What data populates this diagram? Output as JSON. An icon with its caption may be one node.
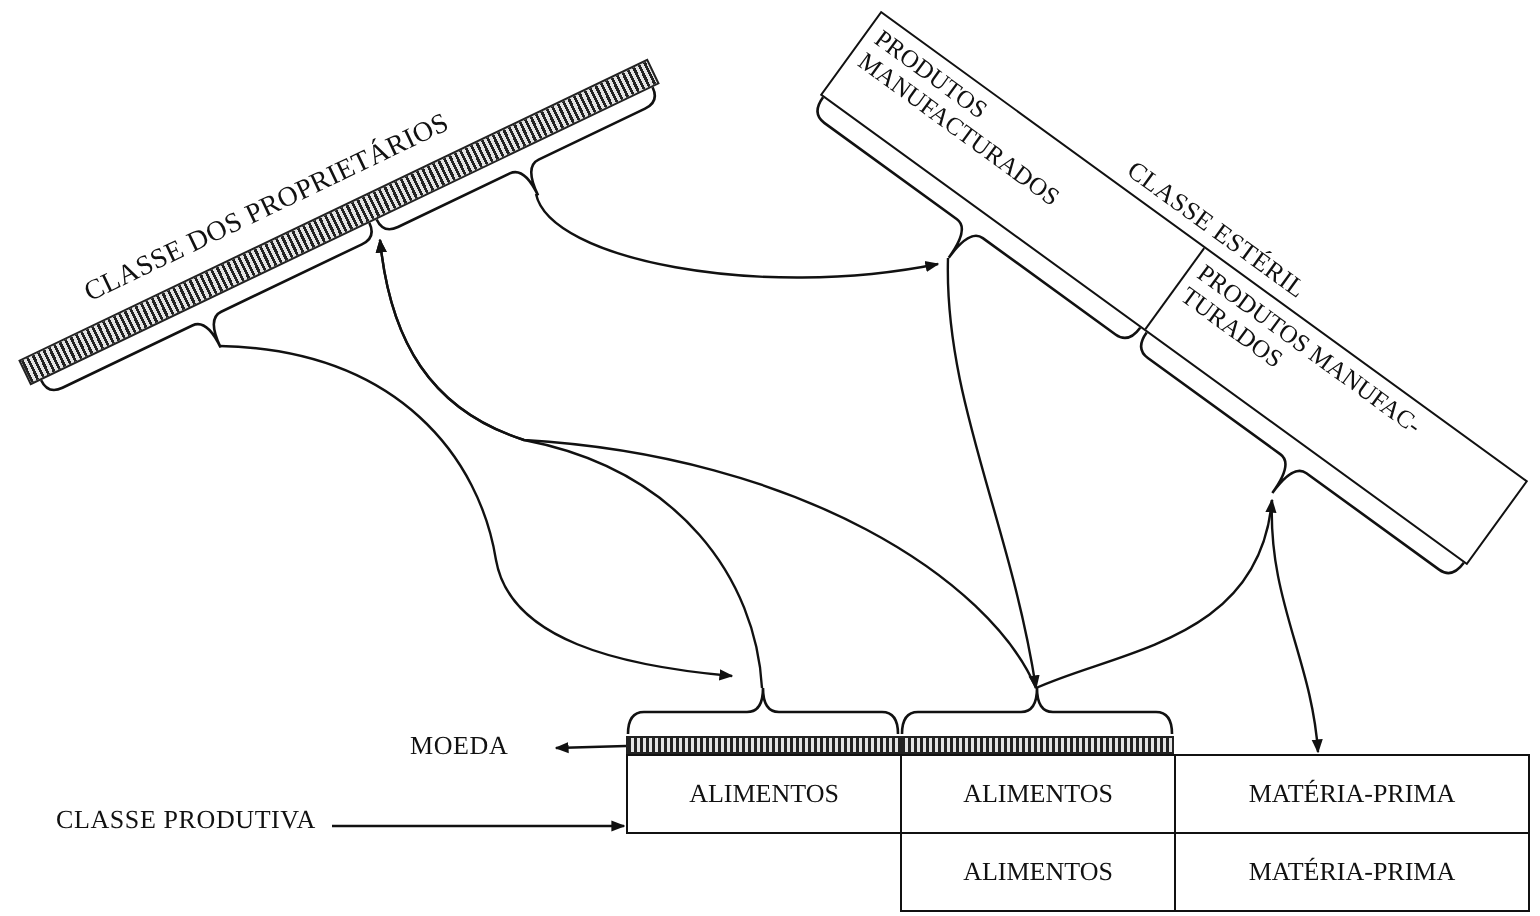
{
  "diagram": {
    "nodes": [
      {
        "text": [
          "CLASSE DOS PROPRIETÁRIOS"
        ]
      },
      {
        "text": [
          "CLASSE ESTÉRIL"
        ]
      },
      {
        "text": [
          "PRODUTOS MANUFACTURADOS"
        ],
        "in": 1
      },
      {
        "text": [
          "PRODUTOS MANUFAC- TURADOS"
        ],
        "in": 1
      },
      {
        "text": [
          "MOEDA"
        ]
      },
      {
        "text": [
          "CLASSE PRODUTIVA"
        ]
      },
      {
        "text": [],
        "shape": "bar"
      },
      {
        "text": [],
        "shape": "bar"
      },
      {
        "text": [
          "ALIMENTOS"
        ]
      },
      {
        "text": [
          "ALIMENTOS"
        ]
      },
      {
        "text": [
          "MATÉRIA-PRIMA"
        ]
      },
      {
        "text": [
          "ALIMENTOS"
        ]
      },
      {
        "text": [
          "MATÉRIA-PRIMA"
        ]
      }
    ],
    "edges": [
      {
        "from": 0,
        "to": 6,
        "arrow": "to"
      },
      {
        "from": 0,
        "to": 2,
        "arrow": "to"
      },
      {
        "from": 6,
        "to": 0,
        "arrow": "to"
      },
      {
        "from": 7,
        "to": 0,
        "arrow": "to"
      },
      {
        "from": 2,
        "to": 7,
        "arrow": "to"
      },
      {
        "from": 7,
        "to": 3,
        "arrow": "to"
      },
      {
        "from": 3,
        "to": 10,
        "arrow": "to"
      },
      {
        "from": 6,
        "to": 4,
        "arrow": "to"
      },
      {
        "from": 5,
        "to": 8,
        "arrow": "to"
      }
    ]
  }
}
